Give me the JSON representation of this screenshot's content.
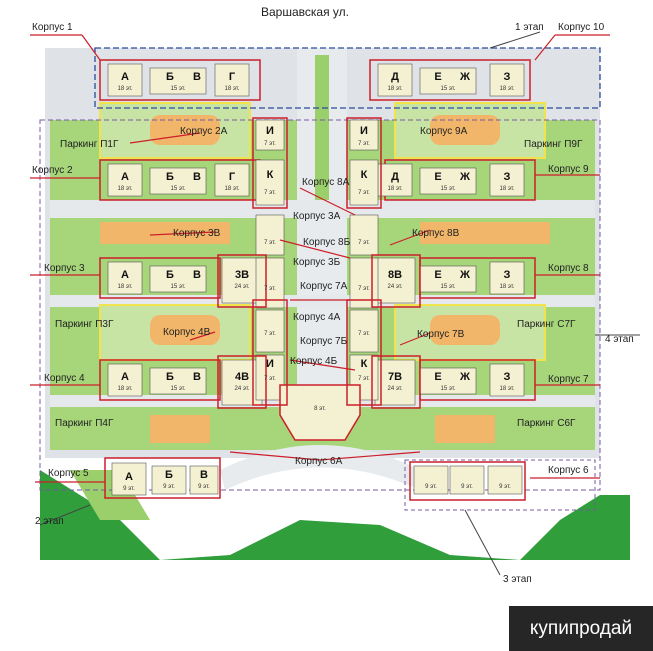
{
  "street": "Варшавская ул.",
  "watermark": "купипродай",
  "stages": {
    "s1": "1 этап",
    "s2": "2 этап",
    "s3": "3 этап",
    "s4": "4 этап"
  },
  "korpus": {
    "k1": "Корпус 1",
    "k2": "Корпус 2",
    "k3": "Корпус 3",
    "k4": "Корпус 4",
    "k5": "Корпус 5",
    "k6": "Корпус 6",
    "k7": "Корпус 7",
    "k8": "Корпус 8",
    "k9": "Корпус 9",
    "k10": "Корпус 10",
    "k2a": "Корпус 2А",
    "k9a": "Корпус 9А",
    "k3v": "Корпус 3В",
    "k8v": "Корпус 8В",
    "k4v": "Корпус 4В",
    "k7v": "Корпус 7В",
    "k6a": "Корпус 6А",
    "k8a": "Корпус 8А",
    "k3a": "Корпус 3А",
    "k8b": "Корпус 8Б",
    "k3b": "Корпус 3Б",
    "k7a": "Корпус 7А",
    "k4a": "Корпус 4А",
    "k7b": "Корпус 7Б",
    "k4b": "Корпус 4Б"
  },
  "parking": {
    "p1": "Паркинг П1Г",
    "p9": "Паркинг П9Г",
    "p3": "Паркинг П3Г",
    "p7": "Паркинг С7Г",
    "p4": "Паркинг П4Г",
    "p6": "Паркинг С6Г"
  },
  "floors": {
    "f18": "18 эт.",
    "f15": "15 эт.",
    "f24": "24 эт.",
    "f9": "9 эт.",
    "f7": "7 эт.",
    "f8": "8 эт."
  },
  "sec": {
    "a": "А",
    "b": "Б",
    "v": "В",
    "g": "Г",
    "d": "Д",
    "e": "Е",
    "zh": "Ж",
    "z": "З",
    "i": "И",
    "k": "К",
    "s3v": "3В",
    "s8v": "8В",
    "s4v": "4В",
    "s7v": "7В"
  },
  "colors": {
    "red": "#cc1f2a",
    "green": "#9bcf6c",
    "dark_green": "#2f9e3b",
    "building": "#f4f1d2",
    "road": "#dfe3e8",
    "yellow": "#f1e34c",
    "blue": "#2a4a9c"
  }
}
